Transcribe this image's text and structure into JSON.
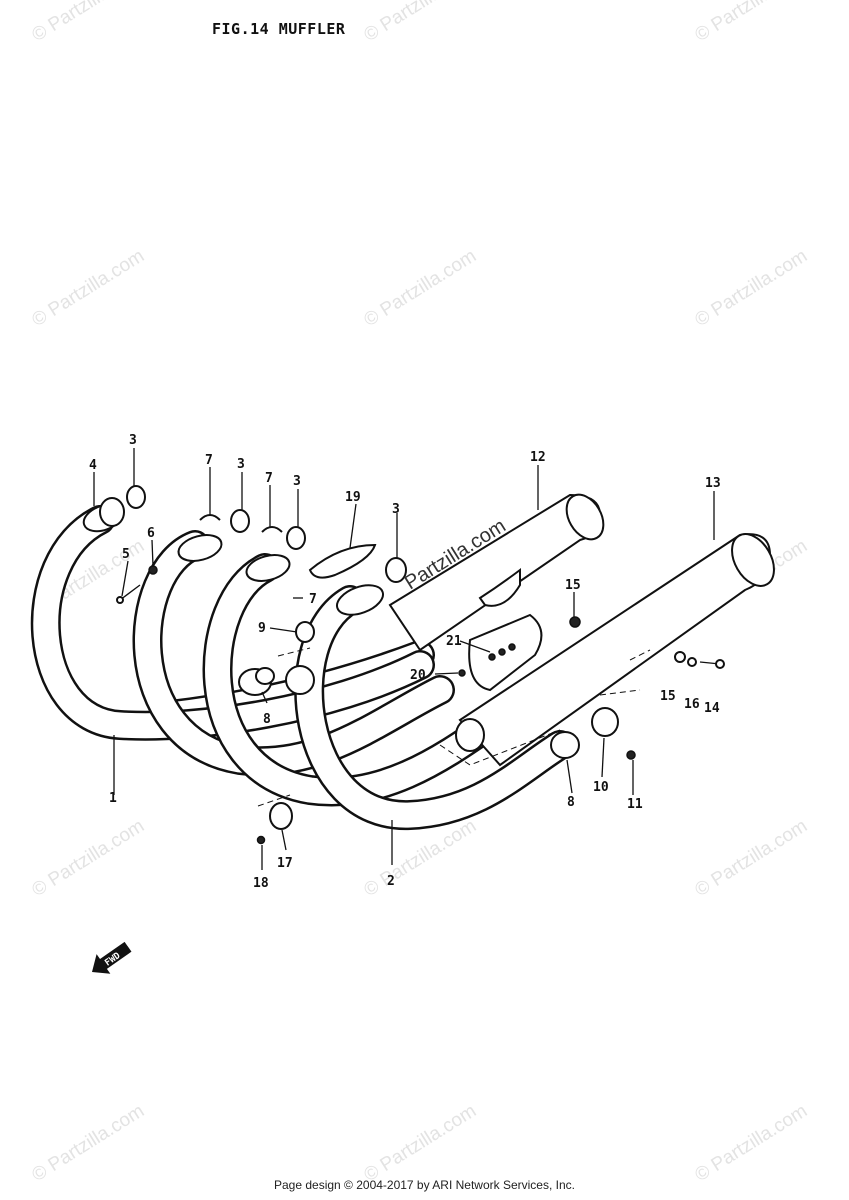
{
  "figure": {
    "title": "FIG.14 MUFFLER"
  },
  "watermark": {
    "text": "© Partzilla.com",
    "inline_text": "Partzilla.com"
  },
  "callouts": [
    "1",
    "2",
    "3",
    "3",
    "3",
    "3",
    "4",
    "5",
    "6",
    "7",
    "7",
    "7",
    "8",
    "8",
    "9",
    "10",
    "11",
    "12",
    "13",
    "14",
    "15",
    "15",
    "16",
    "17",
    "18",
    "19",
    "20",
    "21"
  ],
  "fwd_marker": "FWD",
  "footer": {
    "text": "Page design © 2004-2017 by ARI Network Services, Inc."
  }
}
